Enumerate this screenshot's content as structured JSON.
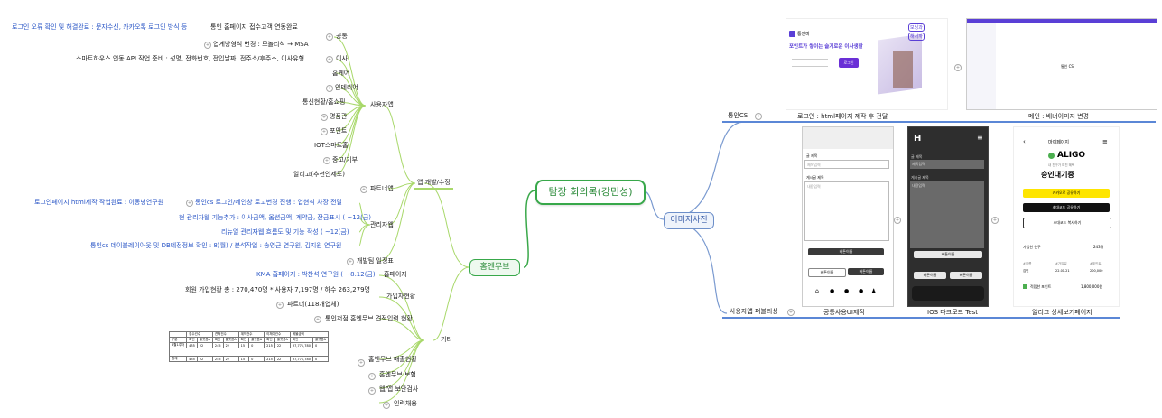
{
  "center": "탐장 회의록(강민성)",
  "branches": {
    "homepage": "홈엔무브",
    "images": "이미지사진"
  },
  "left": {
    "dev": {
      "label": "앱 개발/수정",
      "user_app": {
        "label": "사용자앱",
        "common": {
          "label": "공통",
          "items": [
            {
              "title": "통인 홈페이지 접수고객 연동완료",
              "note": "로그인 오류 확인 및 해결완료 : 문자수신, 카카오톡 로그인 방식 등"
            },
            {
              "title": "업계방형식 변경 : 모놀리식 → MSA",
              "note": ""
            }
          ]
        },
        "moving": {
          "label": "이사",
          "note": "스마트하우스 연동 API 작업 준비 : 성명, 전화번호, 전입날짜, 전주소/후주소, 이사유형"
        },
        "items": [
          "홈케어",
          "인테리어",
          "통신현황/홈쇼핑",
          "명품관",
          "포인트",
          "IOT스마트홈",
          "중고/기부",
          "알리고(추천인제도)"
        ]
      },
      "partner_app": {
        "label": "파트너앱",
        "note": "로그인페이지 html제작 작업완료 : 이동녕연구원"
      },
      "admin_app": {
        "label": "관리자웹",
        "items": [
          "통인cs 로그인/메인창 로고변경 진행 : 업현식 차장 전달",
          "현 관리자웹 기능추가 : 이사금액, 옵션금액, 계약금, 잔금표시 ( ~12(금)",
          "리뉴얼 관리자웹 흐름도 및 기능 작성 ( ~12(금)",
          "통인cs 데이블레이아웃 및 DB테정정보 확인 : 8(월) / 분석작업 : 송영근 연구원, 김지원 연구원"
        ]
      },
      "schedule": "개발팀 일정표"
    },
    "etc": {
      "label": "기타",
      "homepage": {
        "label": "홈페이지",
        "note": "KMA 홈페이지 : 박찬석 연구원 ( ~8.12(금)"
      },
      "signup": {
        "label": "가입자현황",
        "note": "회원 가입현황 총 : 270,470명  * 사용자 7,197명 / 하수 263,279명",
        "partner": "파트너(118개업체)"
      },
      "estimate": "통인저점 홈엔무브 견적입력 현황",
      "sales": "홈엔무브 매출현황",
      "insurance": "홈엔무브 보험",
      "security": "웹/앱 보안검사",
      "hr": "인력채용"
    },
    "table": {
      "groups": [
        "접수건수",
        "견적건수",
        "계약건수",
        "이체여건수",
        "계물금액"
      ],
      "subheaders": [
        "구분",
        "확인",
        "플랫폼A",
        "확인",
        "플랫폼A",
        "확인",
        "플랫폼A",
        "확인",
        "플랫폼A",
        "확인",
        "플랫폼A"
      ],
      "rows": [
        [
          "8월1주차",
          "435",
          "22",
          "245",
          "22",
          "15",
          "0",
          "215",
          "22",
          "37,771,780",
          "0"
        ],
        [
          "합계",
          "435",
          "22",
          "245",
          "22",
          "15",
          "0",
          "215",
          "22",
          "37,771,780",
          "0"
        ]
      ]
    }
  },
  "right": {
    "tongin_cs": "통인CS",
    "top_captions": [
      "로그인 : html페이지 제작 후 전달",
      "메인 : 배너이미지 변경"
    ],
    "bottom_left": "사용자앱 퍼블리싱",
    "bottom_captions": [
      "공통사용UI제작",
      "IOS 다크모드 Test",
      "알리고 상세보기페이지"
    ],
    "login_thumb": {
      "brand": "통인마",
      "headline": "포인트가 쌓이는 슬기로운 이사생활",
      "bubbles": [
        "모닝과",
        "해서까"
      ],
      "button": "로그인"
    },
    "main_thumb": {
      "text": "통인 CS"
    },
    "form_thumb": {
      "labels": [
        "글 제목",
        "제목입력",
        "게시글 제목",
        "내용입력"
      ],
      "buttons": [
        "버튼이름",
        "버튼이름",
        "버튼이름"
      ]
    },
    "dark_thumb": {
      "logo": "H",
      "labels": [
        "글 제목",
        "제목입력",
        "게시글 제목",
        "내용입력"
      ],
      "buttons": [
        "버튼이름",
        "버튼이름",
        "버튼이름"
      ]
    },
    "aligo_thumb": {
      "header": "마이페이지",
      "brand": "ALIGO",
      "sub": "내 친구가 미친 혜택",
      "title": "승인대기중",
      "buttons": [
        "카카오로 공유하기",
        "초대코드 공유하기",
        "초대코드 복사하기"
      ],
      "friends_label": "가입한 친구",
      "friends_count": "243명",
      "stats_labels": [
        "#이름",
        "#가입일",
        "#포인트"
      ],
      "stats_values": [
        "김민",
        "22.01.21",
        "200,000"
      ],
      "points_label": "적립한 포인트",
      "points_value": "1,800,000원"
    }
  }
}
